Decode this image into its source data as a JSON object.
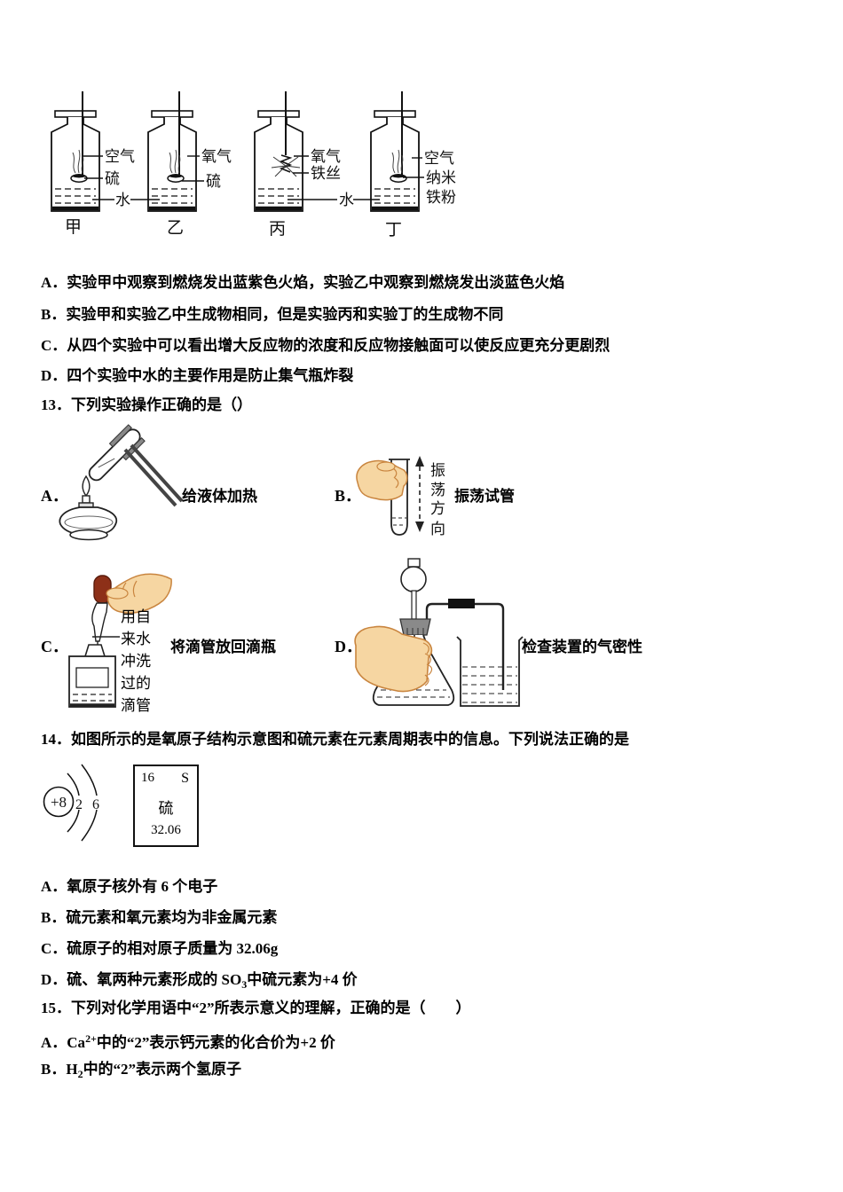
{
  "figure_bottles": {
    "bottles": [
      {
        "caption": "甲",
        "gas_label": "空气",
        "item_label": "硫"
      },
      {
        "caption": "乙",
        "gas_label": "氧气",
        "item_label": "硫"
      },
      {
        "caption": "丙",
        "gas_label": "氧气",
        "item_label": "铁丝"
      },
      {
        "caption": "丁",
        "gas_label": "空气",
        "item_label_line1": "纳米",
        "item_label_line2": "铁粉"
      }
    ],
    "water_label_left": "水",
    "water_label_right": "水"
  },
  "q12": {
    "options": [
      "A．实验甲中观察到燃烧发出蓝紫色火焰，实验乙中观察到燃烧发出淡蓝色火焰",
      "B．实验甲和实验乙中生成物相同，但是实验丙和实验丁的生成物不同",
      "C．从四个实验中可以看出增大反应物的浓度和反应物接触面可以使反应更充分更剧烈",
      "D．四个实验中水的主要作用是防止集气瓶炸裂"
    ]
  },
  "q13": {
    "heading": "13．下列实验操作正确的是（）",
    "a": {
      "letter": "A．",
      "caption": "给液体加热"
    },
    "b": {
      "letter": "B．",
      "caption": "振荡试管",
      "direction_chars": [
        "振",
        "荡",
        "方",
        "向"
      ]
    },
    "c": {
      "letter": "C．",
      "caption": "将滴管放回滴瓶",
      "note_lines": [
        "用自",
        "来水",
        "冲洗",
        "过的",
        "滴管"
      ]
    },
    "d": {
      "letter": "D．",
      "caption": "检查装置的气密性"
    }
  },
  "q14": {
    "heading": "14．如图所示的是氧原子结构示意图和硫元素在元素周期表中的信息。下列说法正确的是",
    "atom": {
      "nucleus": "+8",
      "shell1_count": "2",
      "shell2_count": "6"
    },
    "element_cell": {
      "atomic_number": "16",
      "symbol": "S",
      "name": "硫",
      "relative_mass": "32.06"
    },
    "options": {
      "a": "A．氧原子核外有 6 个电子",
      "b": "B．硫元素和氧元素均为非金属元素",
      "c": "C．硫原子的相对原子质量为 32.06g",
      "d": {
        "pre": "D．硫、氧两种元素形成的 SO",
        "sub": "3",
        "post": "中硫元素为+4 价"
      }
    }
  },
  "q15": {
    "heading": "15．下列对化学用语中“2”所表示意义的理解，正确的是（　　）",
    "options": {
      "a": {
        "pre": "A．Ca",
        "sup": "2+",
        "post": "中的“2”表示钙元素的化合价为+2 价"
      },
      "b": {
        "pre": "B．H",
        "sub": "2",
        "post": "中的“2”表示两个氢原子"
      }
    }
  }
}
